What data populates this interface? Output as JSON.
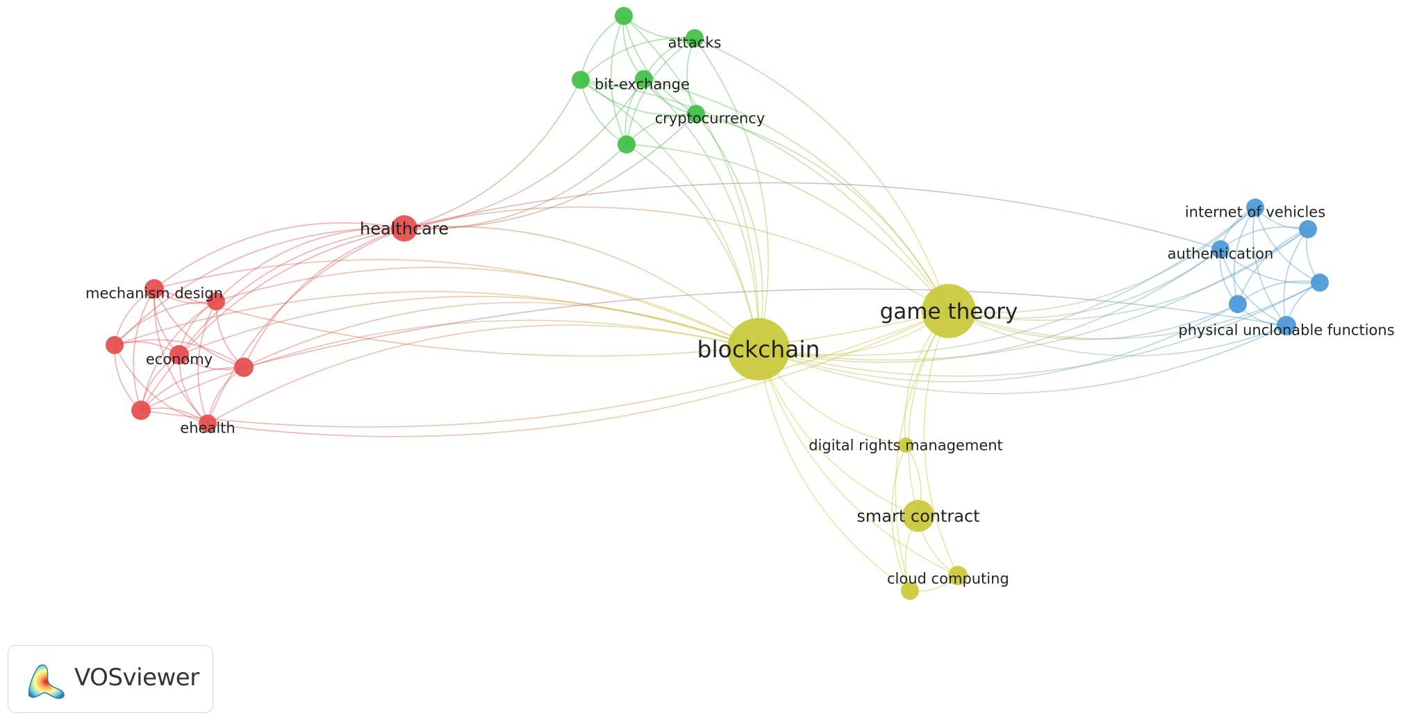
{
  "cluster_colors": {
    "red": "#e64c4c",
    "green": "#3fbf45",
    "blue": "#4a98d9",
    "yellow": "#c9c93a"
  },
  "nodes": [
    {
      "id": "blockchain",
      "label": "blockchain",
      "cluster": "yellow",
      "weight": 5
    },
    {
      "id": "game-theory",
      "label": "game theory",
      "cluster": "yellow",
      "weight": 4
    },
    {
      "id": "smart-contract",
      "label": "smart contract",
      "cluster": "yellow",
      "weight": 2
    },
    {
      "id": "digital-rights-management",
      "label": "digital rights management",
      "cluster": "yellow",
      "weight": 1
    },
    {
      "id": "cloud-computing",
      "label": "cloud computing",
      "cluster": "yellow",
      "weight": 1
    },
    {
      "id": "cloud-computing-2",
      "label": "",
      "cluster": "yellow",
      "weight": 1
    },
    {
      "id": "healthcare",
      "label": "healthcare",
      "cluster": "red",
      "weight": 2
    },
    {
      "id": "mechanism-design",
      "label": "mechanism design",
      "cluster": "red",
      "weight": 1
    },
    {
      "id": "red-unlabeled-1",
      "label": "",
      "cluster": "red",
      "weight": 1
    },
    {
      "id": "economy",
      "label": "economy",
      "cluster": "red",
      "weight": 1
    },
    {
      "id": "red-unlabeled-2",
      "label": "",
      "cluster": "red",
      "weight": 1
    },
    {
      "id": "red-unlabeled-3",
      "label": "",
      "cluster": "red",
      "weight": 1
    },
    {
      "id": "red-unlabeled-4",
      "label": "",
      "cluster": "red",
      "weight": 1
    },
    {
      "id": "ehealth",
      "label": "ehealth",
      "cluster": "red",
      "weight": 1
    },
    {
      "id": "green-unlabeled-1",
      "label": "",
      "cluster": "green",
      "weight": 1
    },
    {
      "id": "attacks",
      "label": "attacks",
      "cluster": "green",
      "weight": 1
    },
    {
      "id": "bit-exchange",
      "label": "bit-exchange",
      "cluster": "green",
      "weight": 1
    },
    {
      "id": "green-unlabeled-2",
      "label": "",
      "cluster": "green",
      "weight": 1
    },
    {
      "id": "cryptocurrency",
      "label": "cryptocurrency",
      "cluster": "green",
      "weight": 1
    },
    {
      "id": "green-unlabeled-3",
      "label": "",
      "cluster": "green",
      "weight": 1
    },
    {
      "id": "internet-of-vehicles",
      "label": "internet of vehicles",
      "cluster": "blue",
      "weight": 1
    },
    {
      "id": "blue-unlabeled-1",
      "label": "",
      "cluster": "blue",
      "weight": 1
    },
    {
      "id": "authentication",
      "label": "authentication",
      "cluster": "blue",
      "weight": 1
    },
    {
      "id": "blue-unlabeled-2",
      "label": "",
      "cluster": "blue",
      "weight": 1
    },
    {
      "id": "blue-unlabeled-3",
      "label": "",
      "cluster": "blue",
      "weight": 1
    },
    {
      "id": "physical-unclonable-functions",
      "label": "physical unclonable functions",
      "cluster": "blue",
      "weight": 1
    }
  ],
  "links": [
    [
      "blockchain",
      "game-theory"
    ],
    [
      "blockchain",
      "smart-contract"
    ],
    [
      "blockchain",
      "digital-rights-management"
    ],
    [
      "blockchain",
      "cloud-computing"
    ],
    [
      "blockchain",
      "cloud-computing-2"
    ],
    [
      "blockchain",
      "healthcare"
    ],
    [
      "blockchain",
      "mechanism-design"
    ],
    [
      "blockchain",
      "red-unlabeled-1"
    ],
    [
      "blockchain",
      "economy"
    ],
    [
      "blockchain",
      "red-unlabeled-2"
    ],
    [
      "blockchain",
      "red-unlabeled-3"
    ],
    [
      "blockchain",
      "ehealth"
    ],
    [
      "blockchain",
      "red-unlabeled-4"
    ],
    [
      "blockchain",
      "green-unlabeled-1"
    ],
    [
      "blockchain",
      "attacks"
    ],
    [
      "blockchain",
      "bit-exchange"
    ],
    [
      "blockchain",
      "green-unlabeled-2"
    ],
    [
      "blockchain",
      "cryptocurrency"
    ],
    [
      "blockchain",
      "green-unlabeled-3"
    ],
    [
      "blockchain",
      "internet-of-vehicles"
    ],
    [
      "blockchain",
      "authentication"
    ],
    [
      "blockchain",
      "blue-unlabeled-1"
    ],
    [
      "blockchain",
      "blue-unlabeled-2"
    ],
    [
      "blockchain",
      "blue-unlabeled-3"
    ],
    [
      "blockchain",
      "physical-unclonable-functions"
    ],
    [
      "game-theory",
      "smart-contract"
    ],
    [
      "game-theory",
      "digital-rights-management"
    ],
    [
      "game-theory",
      "cloud-computing"
    ],
    [
      "game-theory",
      "cloud-computing-2"
    ],
    [
      "game-theory",
      "healthcare"
    ],
    [
      "game-theory",
      "attacks"
    ],
    [
      "game-theory",
      "bit-exchange"
    ],
    [
      "game-theory",
      "cryptocurrency"
    ],
    [
      "game-theory",
      "green-unlabeled-2"
    ],
    [
      "game-theory",
      "green-unlabeled-3"
    ],
    [
      "game-theory",
      "internet-of-vehicles"
    ],
    [
      "game-theory",
      "authentication"
    ],
    [
      "game-theory",
      "blue-unlabeled-1"
    ],
    [
      "game-theory",
      "blue-unlabeled-2"
    ],
    [
      "game-theory",
      "blue-unlabeled-3"
    ],
    [
      "game-theory",
      "physical-unclonable-functions"
    ],
    [
      "smart-contract",
      "digital-rights-management"
    ],
    [
      "smart-contract",
      "cloud-computing"
    ],
    [
      "smart-contract",
      "cloud-computing-2"
    ],
    [
      "cloud-computing",
      "cloud-computing-2"
    ],
    [
      "digital-rights-management",
      "cloud-computing"
    ],
    [
      "healthcare",
      "mechanism-design"
    ],
    [
      "healthcare",
      "red-unlabeled-1"
    ],
    [
      "healthcare",
      "economy"
    ],
    [
      "healthcare",
      "red-unlabeled-2"
    ],
    [
      "healthcare",
      "red-unlabeled-3"
    ],
    [
      "healthcare",
      "ehealth"
    ],
    [
      "healthcare",
      "red-unlabeled-4"
    ],
    [
      "healthcare",
      "bit-exchange"
    ],
    [
      "healthcare",
      "green-unlabeled-3"
    ],
    [
      "healthcare",
      "green-unlabeled-2"
    ],
    [
      "healthcare",
      "cryptocurrency"
    ],
    [
      "mechanism-design",
      "red-unlabeled-1"
    ],
    [
      "mechanism-design",
      "economy"
    ],
    [
      "mechanism-design",
      "red-unlabeled-2"
    ],
    [
      "mechanism-design",
      "red-unlabeled-3"
    ],
    [
      "mechanism-design",
      "ehealth"
    ],
    [
      "mechanism-design",
      "red-unlabeled-4"
    ],
    [
      "red-unlabeled-1",
      "economy"
    ],
    [
      "red-unlabeled-1",
      "red-unlabeled-2"
    ],
    [
      "red-unlabeled-1",
      "ehealth"
    ],
    [
      "red-unlabeled-1",
      "red-unlabeled-3"
    ],
    [
      "red-unlabeled-1",
      "red-unlabeled-4"
    ],
    [
      "economy",
      "red-unlabeled-2"
    ],
    [
      "economy",
      "red-unlabeled-3"
    ],
    [
      "economy",
      "ehealth"
    ],
    [
      "economy",
      "red-unlabeled-4"
    ],
    [
      "red-unlabeled-2",
      "red-unlabeled-3"
    ],
    [
      "red-unlabeled-2",
      "ehealth"
    ],
    [
      "red-unlabeled-2",
      "red-unlabeled-4"
    ],
    [
      "red-unlabeled-3",
      "ehealth"
    ],
    [
      "red-unlabeled-3",
      "red-unlabeled-4"
    ],
    [
      "ehealth",
      "red-unlabeled-4"
    ],
    [
      "red-unlabeled-4",
      "game-theory"
    ],
    [
      "ehealth",
      "game-theory"
    ],
    [
      "mechanism-design",
      "game-theory"
    ],
    [
      "green-unlabeled-1",
      "attacks"
    ],
    [
      "green-unlabeled-1",
      "bit-exchange"
    ],
    [
      "green-unlabeled-1",
      "green-unlabeled-2"
    ],
    [
      "green-unlabeled-1",
      "cryptocurrency"
    ],
    [
      "green-unlabeled-1",
      "green-unlabeled-3"
    ],
    [
      "attacks",
      "bit-exchange"
    ],
    [
      "attacks",
      "green-unlabeled-2"
    ],
    [
      "attacks",
      "cryptocurrency"
    ],
    [
      "attacks",
      "green-unlabeled-3"
    ],
    [
      "bit-exchange",
      "green-unlabeled-2"
    ],
    [
      "bit-exchange",
      "cryptocurrency"
    ],
    [
      "bit-exchange",
      "green-unlabeled-3"
    ],
    [
      "green-unlabeled-2",
      "cryptocurrency"
    ],
    [
      "green-unlabeled-2",
      "green-unlabeled-3"
    ],
    [
      "cryptocurrency",
      "green-unlabeled-3"
    ],
    [
      "internet-of-vehicles",
      "blue-unlabeled-1"
    ],
    [
      "internet-of-vehicles",
      "authentication"
    ],
    [
      "internet-of-vehicles",
      "blue-unlabeled-2"
    ],
    [
      "internet-of-vehicles",
      "blue-unlabeled-3"
    ],
    [
      "internet-of-vehicles",
      "physical-unclonable-functions"
    ],
    [
      "blue-unlabeled-1",
      "authentication"
    ],
    [
      "blue-unlabeled-1",
      "blue-unlabeled-2"
    ],
    [
      "blue-unlabeled-1",
      "blue-unlabeled-3"
    ],
    [
      "blue-unlabeled-1",
      "physical-unclonable-functions"
    ],
    [
      "authentication",
      "blue-unlabeled-2"
    ],
    [
      "authentication",
      "blue-unlabeled-3"
    ],
    [
      "authentication",
      "physical-unclonable-functions"
    ],
    [
      "blue-unlabeled-2",
      "blue-unlabeled-3"
    ],
    [
      "blue-unlabeled-2",
      "physical-unclonable-functions"
    ],
    [
      "blue-unlabeled-3",
      "physical-unclonable-functions"
    ],
    [
      "physical-unclonable-functions",
      "red-unlabeled-2"
    ],
    [
      "authentication",
      "healthcare"
    ]
  ],
  "badge": {
    "text": "VOSviewer",
    "icon": "vosviewer-logo-icon"
  }
}
